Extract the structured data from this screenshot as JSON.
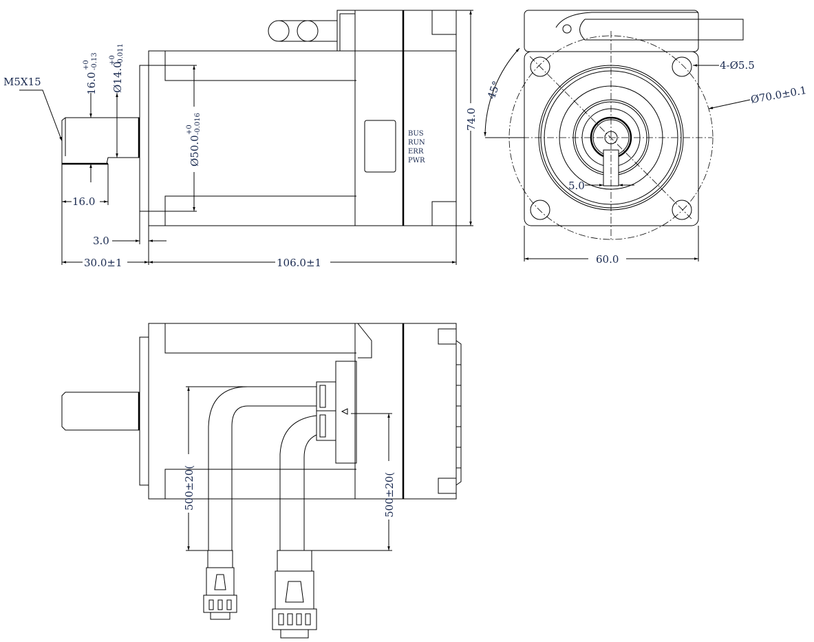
{
  "title": "Integrated servo motor dimension drawing",
  "side_view": {
    "thread": "M5X15",
    "shaft_flat_height": {
      "value": "16.0",
      "tol_upper": "+0",
      "tol_lower": "-0.13"
    },
    "shaft_diameter": {
      "value": "Ø14.0",
      "tol_upper": "+0",
      "tol_lower": "-0.011"
    },
    "pilot_diameter": {
      "value": "Ø50.0",
      "tol_upper": "+0",
      "tol_lower": "-0.016"
    },
    "flat_length": "16.0",
    "pilot_depth": "3.0",
    "shaft_length": "30.0±1",
    "body_length": "106.0±1",
    "height": "74.0",
    "leds": [
      "BUS",
      "RUN",
      "ERR",
      "PWR"
    ]
  },
  "front_view": {
    "angle": "45°",
    "holes": "4-Ø5.5",
    "bolt_circle": "Ø70.0±0.1",
    "key_width": "5.0",
    "width": "60.0"
  },
  "bottom_view": {
    "cable1_length": "500±20(",
    "cable2_length": "500±20("
  }
}
